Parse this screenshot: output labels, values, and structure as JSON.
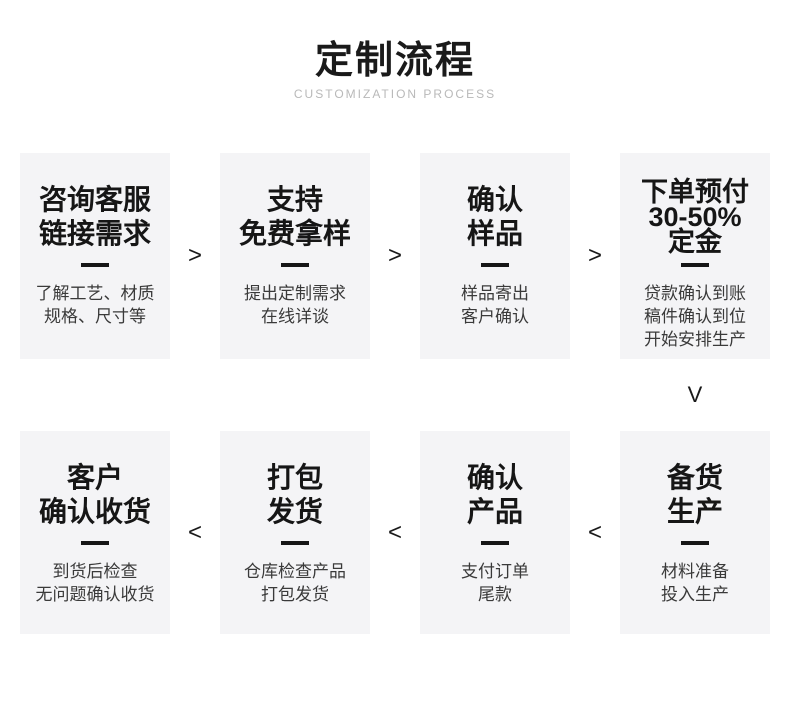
{
  "header": {
    "title": "定制流程",
    "subtitle": "CUSTOMIZATION PROCESS"
  },
  "colors": {
    "background": "#ffffff",
    "box_background": "#f4f4f6",
    "title_text": "#1a1a1a",
    "description_text": "#3a3a3a",
    "subtitle_text": "#b9b9b9",
    "arrow": "#1a1a1a"
  },
  "flow": {
    "connector_glyph": "V",
    "rows": [
      {
        "direction": "right",
        "arrow_glyph": ">",
        "steps": [
          {
            "title_lines": [
              "咨询客服",
              "链接需求"
            ],
            "desc_lines": [
              "了解工艺、材质",
              "规格、尺寸等"
            ]
          },
          {
            "title_lines": [
              "支持",
              "免费拿样"
            ],
            "desc_lines": [
              "提出定制需求",
              "在线详谈"
            ]
          },
          {
            "title_lines": [
              "确认",
              "样品"
            ],
            "desc_lines": [
              "样品寄出",
              "客户确认"
            ]
          },
          {
            "tight": true,
            "title_lines": [
              "下单预付",
              "30-50%",
              "定金"
            ],
            "desc_lines": [
              "贷款确认到账",
              "稿件确认到位",
              "开始安排生产"
            ]
          }
        ]
      },
      {
        "direction": "left",
        "arrow_glyph": "<",
        "steps": [
          {
            "title_lines": [
              "客户",
              "确认收货"
            ],
            "desc_lines": [
              "到货后检查",
              "无问题确认收货"
            ]
          },
          {
            "title_lines": [
              "打包",
              "发货"
            ],
            "desc_lines": [
              "仓库检查产品",
              "打包发货"
            ]
          },
          {
            "title_lines": [
              "确认",
              "产品"
            ],
            "desc_lines": [
              "支付订单",
              "尾款"
            ]
          },
          {
            "title_lines": [
              "备货",
              "生产"
            ],
            "desc_lines": [
              "材料准备",
              "投入生产"
            ]
          }
        ]
      }
    ]
  }
}
